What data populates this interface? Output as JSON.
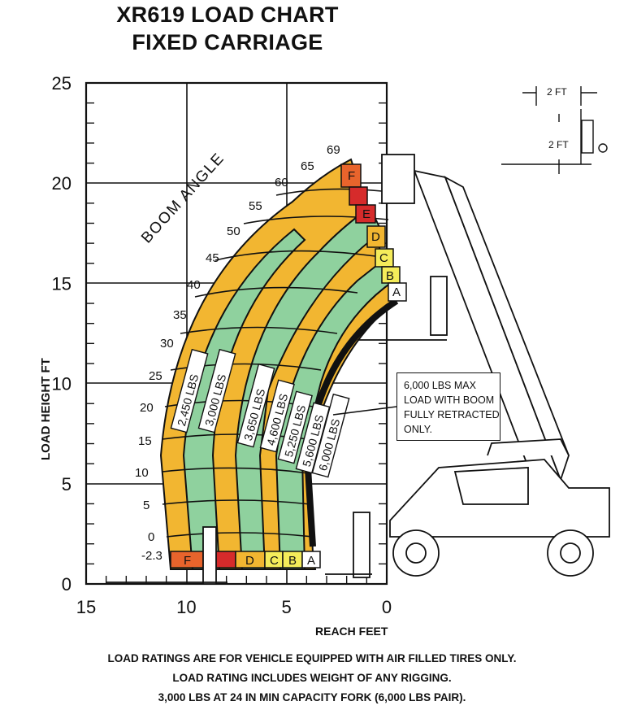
{
  "title": {
    "line1": "XR619 LOAD CHART",
    "line2": "FIXED CARRIAGE"
  },
  "axes": {
    "x_label": "REACH FEET",
    "y_label": "LOAD HEIGHT  FT",
    "x_ticks": [
      "15",
      "10",
      "5",
      "0"
    ],
    "y_ticks": [
      "25",
      "20",
      "15",
      "10",
      "5",
      "0"
    ]
  },
  "boom_angle_label": "BOOM ANGLE",
  "boom_angles": [
    "69",
    "65",
    "60",
    "55",
    "50",
    "45",
    "40",
    "35",
    "30",
    "25",
    "20",
    "15",
    "10",
    "5",
    "0",
    "-2.3"
  ],
  "extension_zones": [
    "F",
    "E",
    "D",
    "C",
    "B",
    "A"
  ],
  "note": {
    "line1": "6,000 LBS MAX",
    "line2": "LOAD WITH BOOM",
    "line3": "FULLY RETRACTED",
    "line4": "ONLY."
  },
  "fork_dims": {
    "top": "2 FT",
    "side": "2 FT"
  },
  "footer": {
    "line1": "LOAD RATINGS ARE FOR VEHICLE EQUIPPED WITH AIR FILLED TIRES ONLY.",
    "line2": "LOAD RATING INCLUDES WEIGHT OF ANY RIGGING.",
    "line3": "3,000 LBS AT 24 IN MIN CAPACITY FORK (6,000 LBS PAIR)."
  },
  "colors": {
    "orange": "#f2b631",
    "green": "#8fd19e",
    "red_orange": "#e8642c",
    "red": "#d62b2b",
    "yellow": "#f5ec5a",
    "black": "#111111"
  },
  "chart_data": {
    "type": "area",
    "title": "XR619 LOAD CHART FIXED CARRIAGE",
    "xlabel": "REACH FEET",
    "ylabel": "LOAD HEIGHT  FT",
    "xlim": [
      15,
      0
    ],
    "ylim": [
      0,
      25
    ],
    "series": [
      {
        "name": "2,450 LBS",
        "capacity": 2450
      },
      {
        "name": "3,000 LBS",
        "capacity": 3000
      },
      {
        "name": "3,650 LBS",
        "capacity": 3650
      },
      {
        "name": "4,600 LBS",
        "capacity": 4600
      },
      {
        "name": "5,250 LBS",
        "capacity": 5250
      },
      {
        "name": "5,600 LBS",
        "capacity": 5600
      },
      {
        "name": "6,000 LBS",
        "capacity": 6000
      }
    ],
    "boom_angles_deg": [
      69,
      65,
      60,
      55,
      50,
      45,
      40,
      35,
      30,
      25,
      20,
      15,
      10,
      5,
      0,
      -2.3
    ],
    "zones": [
      "A",
      "B",
      "C",
      "D",
      "E",
      "F"
    ]
  }
}
